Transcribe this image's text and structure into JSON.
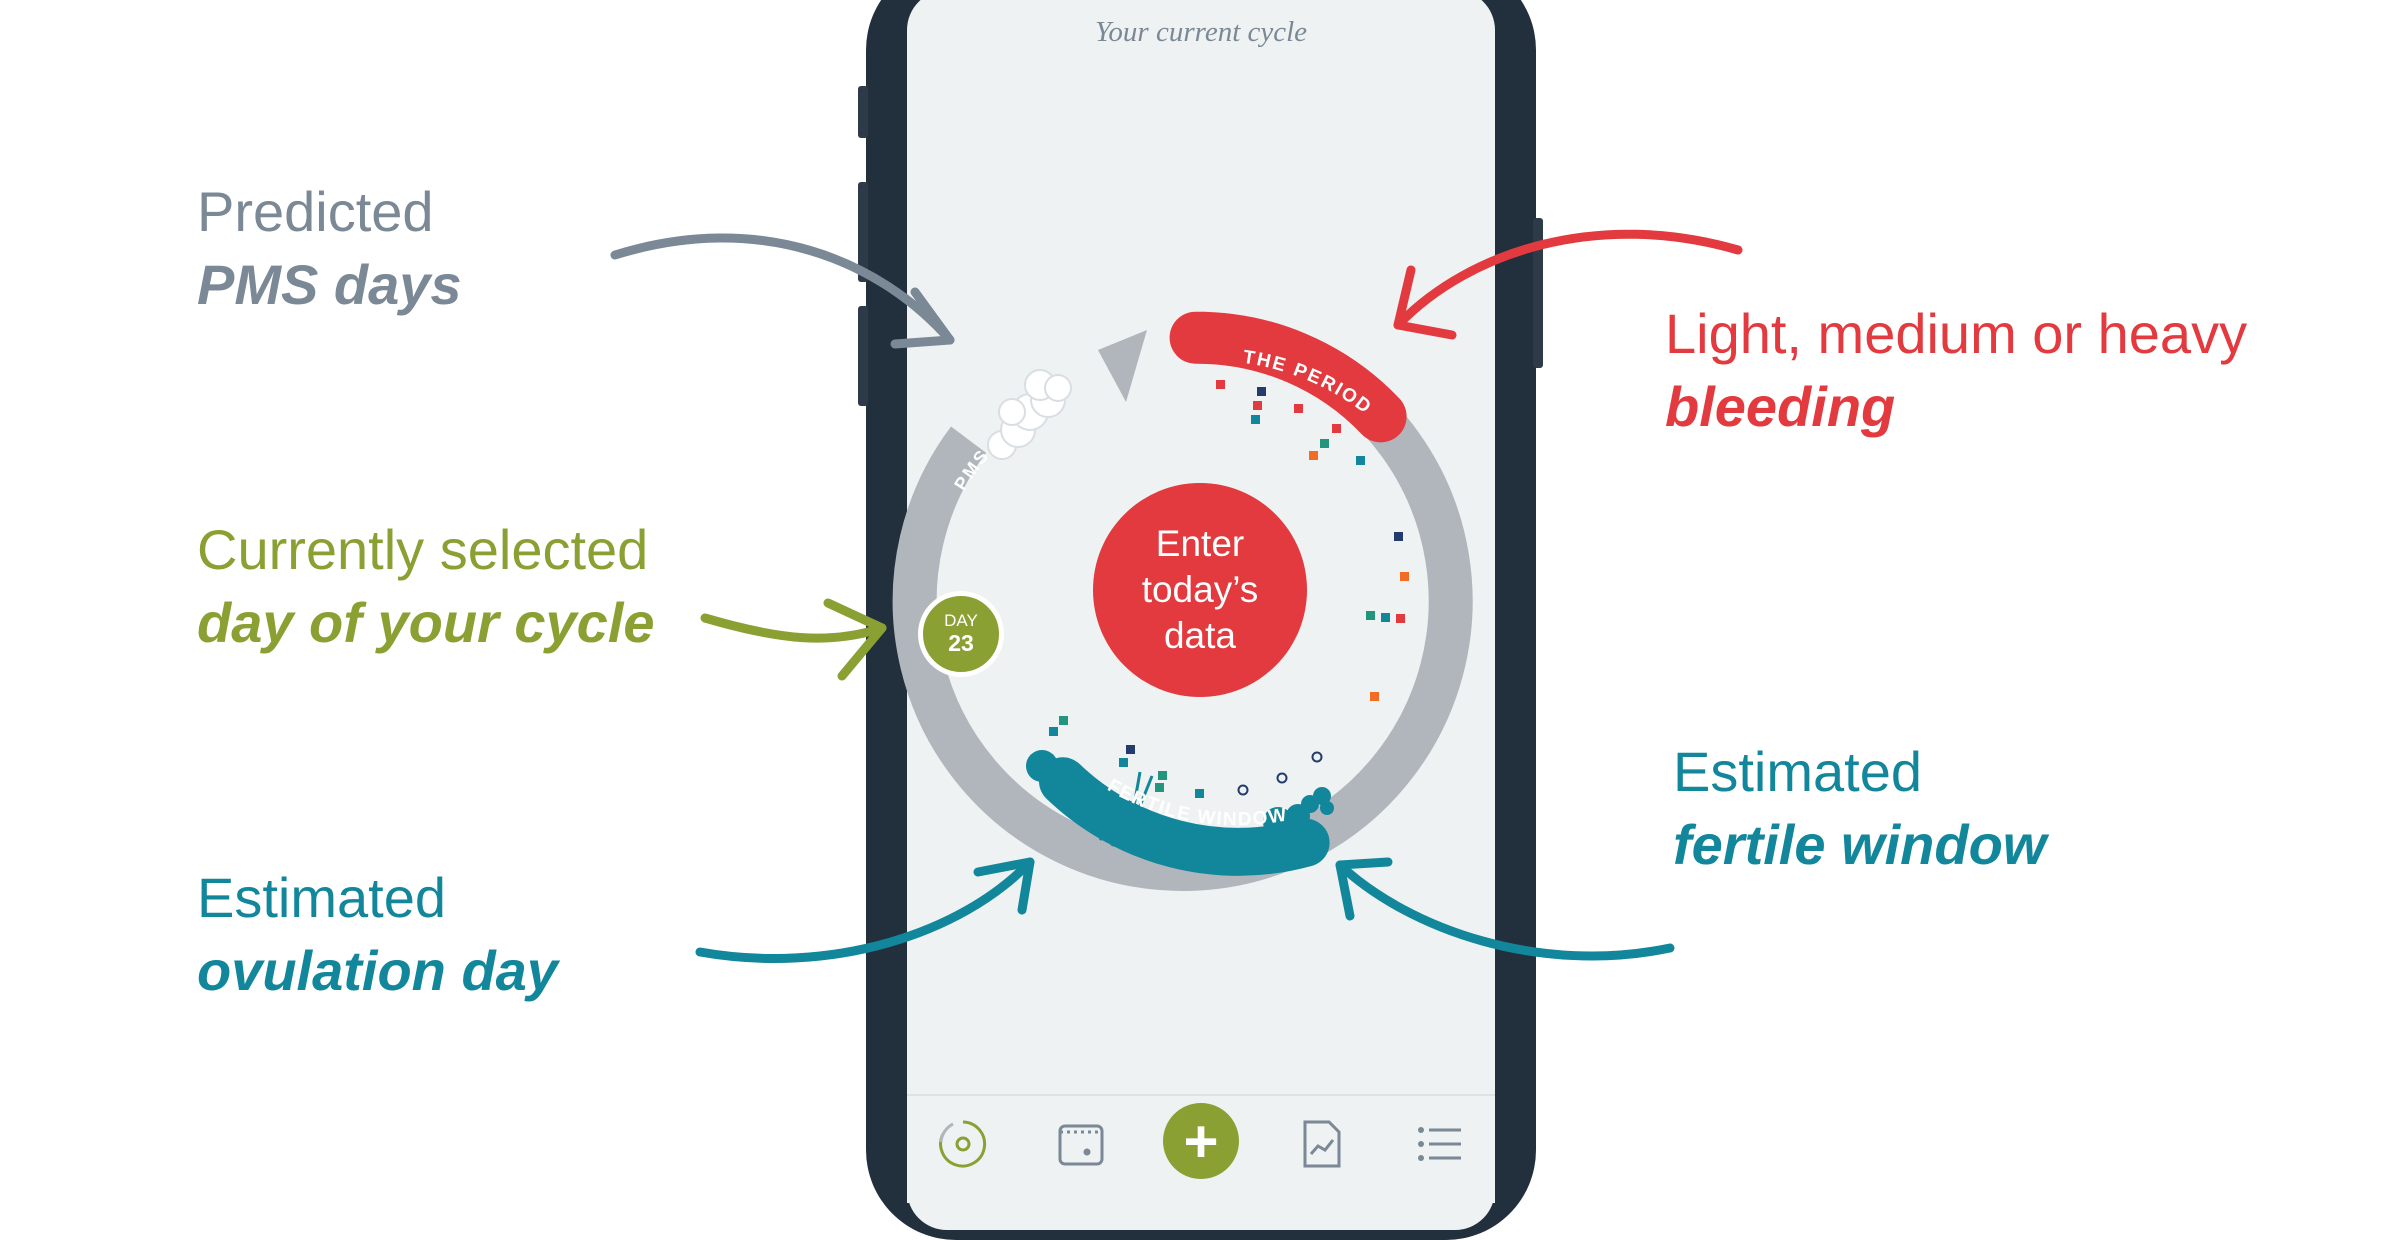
{
  "screen": {
    "title": "Your current cycle"
  },
  "callouts": {
    "pms": {
      "line1": "Predicted",
      "line2": "PMS days"
    },
    "selected_day": {
      "line1": "Currently selected",
      "line2": "day of your cycle"
    },
    "ovulation": {
      "line1": "Estimated",
      "line2": "ovulation day"
    },
    "bleeding": {
      "line1": "Light, medium or heavy",
      "line2": "bleeding"
    },
    "fertile": {
      "line1": "Estimated",
      "line2": "fertile window"
    }
  },
  "cycle": {
    "period_label": "THE PERIOD",
    "pms_label": "PMS",
    "fertile_label": "FERTILE WINDOW",
    "selected_day_label": "DAY",
    "selected_day_number": "23",
    "enter_button": {
      "line1": "Enter",
      "line2": "today’s",
      "line3": "data"
    }
  },
  "tabbar": {
    "items": [
      {
        "icon": "cycle-icon"
      },
      {
        "icon": "calendar-icon"
      },
      {
        "icon": "add-icon",
        "label": "+"
      },
      {
        "icon": "report-icon"
      },
      {
        "icon": "list-icon"
      }
    ]
  },
  "colors": {
    "period": "#e23a3e",
    "fertile": "#12869a",
    "selected": "#8ba033",
    "pms": "#7b8895",
    "ring": "#b0b6bc",
    "phone": "#222f3d",
    "screen": "#eef2f2"
  }
}
